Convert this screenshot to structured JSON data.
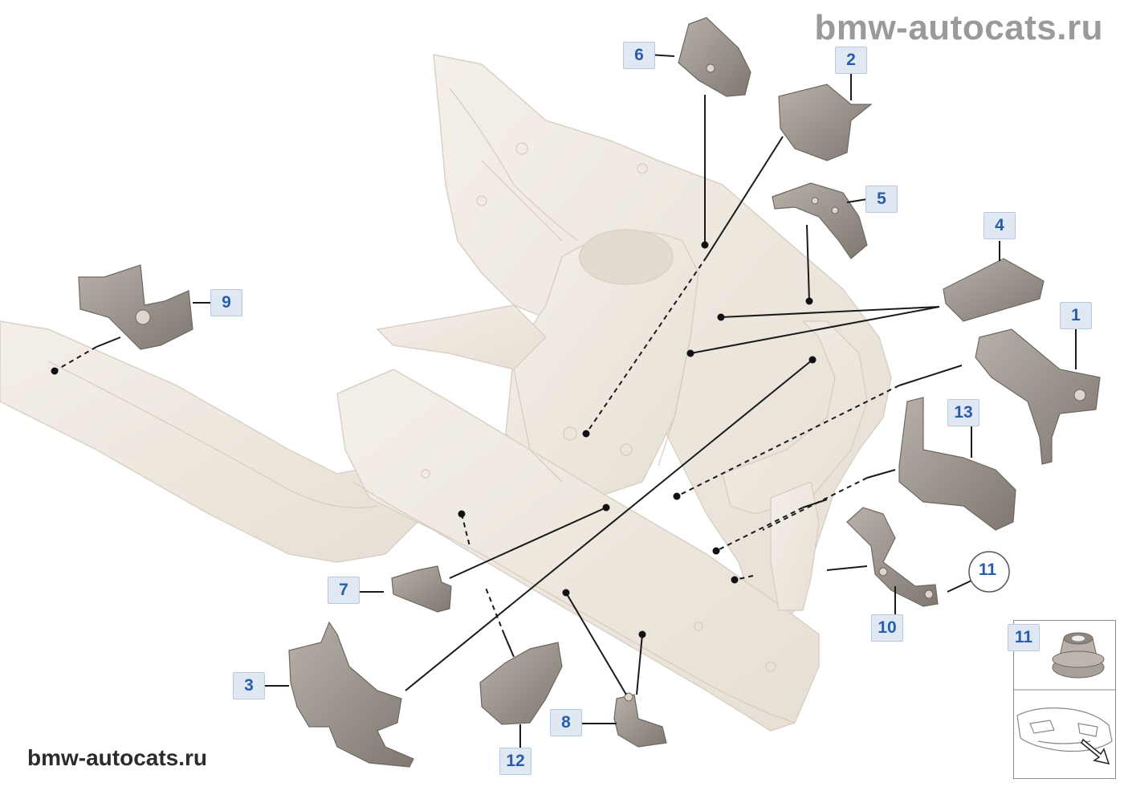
{
  "watermark": {
    "top": "bmw-autocats.ru",
    "bottom": "bmw-autocats.ru"
  },
  "callouts": [
    "1",
    "2",
    "3",
    "4",
    "5",
    "6",
    "7",
    "8",
    "9",
    "10",
    "11",
    "12",
    "13"
  ],
  "inset": {
    "part_number": "11",
    "icons": [
      "hex-nut-icon",
      "car-front-view-icon",
      "direction-arrow-icon"
    ]
  },
  "colors": {
    "body_shell": "#efe9e0",
    "part_metal": "#9a928a",
    "callout_text": "#2a5da8",
    "callout_fill": "#dfe8f3"
  }
}
